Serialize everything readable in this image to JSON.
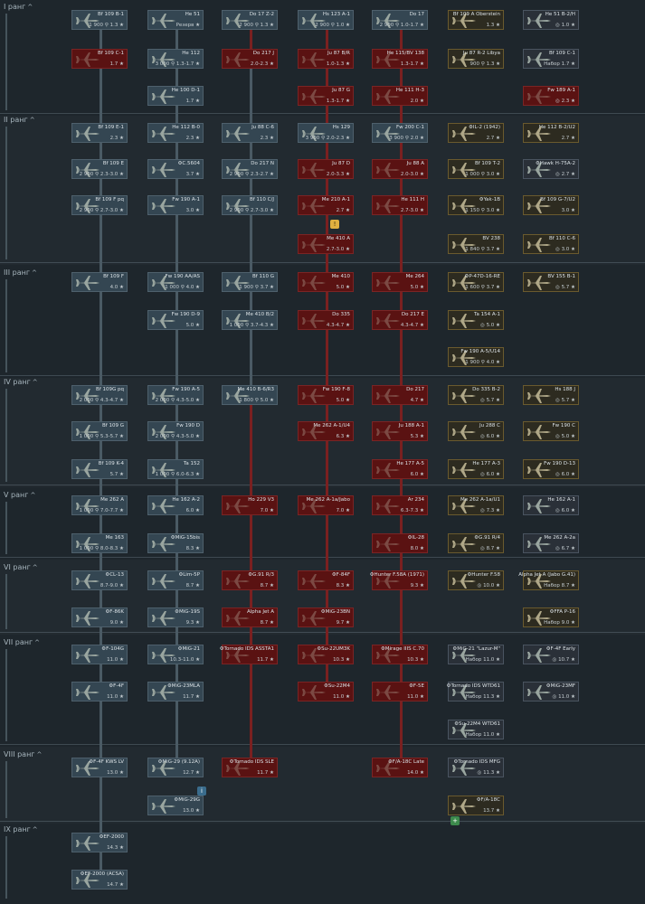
{
  "ranks": [
    {
      "label": "I ранг",
      "chevron": "^"
    },
    {
      "label": "II ранг",
      "chevron": "^"
    },
    {
      "label": "III ранг",
      "chevron": "^"
    },
    {
      "label": "IV ранг",
      "chevron": "^"
    },
    {
      "label": "V ранг",
      "chevron": "^"
    },
    {
      "label": "VI ранг",
      "chevron": "^"
    },
    {
      "label": "VII ранг",
      "chevron": "^"
    },
    {
      "label": "VIII ранг",
      "chevron": "^"
    },
    {
      "label": "IX ранг",
      "chevron": "^"
    }
  ],
  "cards": [
    {
      "name": "Bf 109 B-1",
      "br": "1 900 ⚲ 1.3 ★",
      "kind": "res"
    },
    {
      "name": "He 51",
      "br": "Резерв ★",
      "kind": "res"
    },
    {
      "name": "Do 17 Z-2",
      "br": "2 900 ⚲ 1.3 ★",
      "kind": "res"
    },
    {
      "name": "Hs 123 A-1",
      "br": "2 900 ⚲ 1.0 ★",
      "kind": "res"
    },
    {
      "name": "Do 17",
      "br": "2 900 ⚲ 1.0-1.7 ★",
      "kind": "res"
    },
    {
      "name": "Bf 109 A Oberstein",
      "br": "1.3 ★",
      "kind": "special"
    },
    {
      "name": "He 51 B-2/H",
      "br": "◎ 1.0 ★",
      "kind": "event"
    },
    {
      "name": "Bf 109 C-1",
      "br": "1.7 ★",
      "kind": "prem"
    },
    {
      "name": "He 112",
      "br": "3 000 ⚲ 1.3-1.7 ★",
      "kind": "res"
    },
    {
      "name": "Do 217 J",
      "br": "2.0-2.3 ★",
      "kind": "prem"
    },
    {
      "name": "Ju 87 B/R",
      "br": "1.0-1.3 ★",
      "kind": "prem"
    },
    {
      "name": "He 115/BV 138",
      "br": "1.3-1.7 ★",
      "kind": "prem"
    },
    {
      "name": "Ju 87 R-2 Libya",
      "br": "900 ⚲ 1.3 ★",
      "kind": "special"
    },
    {
      "name": "Bf 109 C-1",
      "br": "Набор 1.7 ★",
      "kind": "event"
    },
    {
      "name": "He 100 D-1",
      "br": "1.7 ★",
      "kind": "res"
    },
    {
      "name": "Ju 87 G",
      "br": "1.3-1.7 ★",
      "kind": "prem"
    },
    {
      "name": "He 111 H-3",
      "br": "2.0 ★",
      "kind": "prem"
    },
    {
      "name": "Fw 189 A-1",
      "br": "◎ 2.3 ★",
      "kind": "prem"
    },
    {
      "name": "Bf 109 E-1",
      "br": "2.3 ★",
      "kind": "res"
    },
    {
      "name": "He 112 B-0",
      "br": "2.3 ★",
      "kind": "res"
    },
    {
      "name": "Ju 88 C-6",
      "br": "2.3 ★",
      "kind": "res"
    },
    {
      "name": "Hs 129",
      "br": "3 900 ⚲ 2.0-2.3 ★",
      "kind": "res"
    },
    {
      "name": "Fw 200 C-1",
      "br": "3 900 ⚲ 2.0 ★",
      "kind": "res"
    },
    {
      "name": "⚙IL-2 (1942)",
      "br": "2.7 ★",
      "kind": "special"
    },
    {
      "name": "He 112 B-2/U2",
      "br": "2.7 ★",
      "kind": "special"
    },
    {
      "name": "Bf 109 E",
      "br": "2 900 ⚲ 2.3-3.0 ★",
      "kind": "res"
    },
    {
      "name": "⚙C.5604",
      "br": "3.7 ★",
      "kind": "res"
    },
    {
      "name": "Do 217 N",
      "br": "2 900 ⚲ 2.3-2.7 ★",
      "kind": "res"
    },
    {
      "name": "Ju 87 D",
      "br": "2.0-3.3 ★",
      "kind": "prem"
    },
    {
      "name": "Ju 88 A",
      "br": "2.0-3.0 ★",
      "kind": "prem"
    },
    {
      "name": "Bf 109 T-2",
      "br": "1 000 ⚲ 3.0 ★",
      "kind": "special"
    },
    {
      "name": "⚙Hawk H-75A-2",
      "br": "◎ 2.7 ★",
      "kind": "event"
    },
    {
      "name": "Bf 109 F pq",
      "br": "2 900 ⚲ 2.7-3.0 ★",
      "kind": "res"
    },
    {
      "name": "Fw 190 A-1",
      "br": "3.0 ★",
      "kind": "res"
    },
    {
      "name": "Bf 110 C/J",
      "br": "2 900 ⚲ 2.7-3.0 ★",
      "kind": "res"
    },
    {
      "name": "Me 210 A-1",
      "br": "2.7 ★",
      "kind": "prem"
    },
    {
      "name": "He 111 H",
      "br": "2.7-3.0 ★",
      "kind": "prem"
    },
    {
      "name": "⚙Yak-1B",
      "br": "1 150 ⚲ 3.0 ★",
      "kind": "special"
    },
    {
      "name": "Bf 109 G-7/U2",
      "br": "3.0 ★",
      "kind": "special"
    },
    {
      "name": "Me 410 A",
      "br": "2.7-3.0 ★",
      "kind": "prem"
    },
    {
      "name": "BV 238",
      "br": "1 840 ⚲ 3.7 ★",
      "kind": "special"
    },
    {
      "name": "Bf 110 C-6",
      "br": "◎ 3.0 ★",
      "kind": "special"
    },
    {
      "name": "Bf 109 F",
      "br": "4.0 ★",
      "kind": "res"
    },
    {
      "name": "Fw 190 AA/AS",
      "br": "1 000 ⚲ 4.0 ★",
      "kind": "res"
    },
    {
      "name": "Bf 110 G",
      "br": "1 900 ⚲ 3.7 ★",
      "kind": "res"
    },
    {
      "name": "Me 410",
      "br": "5.0 ★",
      "kind": "prem"
    },
    {
      "name": "Me 264",
      "br": "5.0 ★",
      "kind": "prem"
    },
    {
      "name": "⚙P-47D-16-RE",
      "br": "1 600 ⚲ 3.7 ★",
      "kind": "special"
    },
    {
      "name": "BV 155 B-1",
      "br": "◎ 5.7 ★",
      "kind": "special"
    },
    {
      "name": "Fw 190 D-9",
      "br": "5.0 ★",
      "kind": "res"
    },
    {
      "name": "Me 410 B/2",
      "br": "1 000 ⚲ 3.7-4.3 ★",
      "kind": "res"
    },
    {
      "name": "Do 335",
      "br": "4.3-4.7 ★",
      "kind": "prem"
    },
    {
      "name": "Do 217 E",
      "br": "4.3-4.7 ★",
      "kind": "prem"
    },
    {
      "name": "Ta 154 A-1",
      "br": "◎ 5.0 ★",
      "kind": "special"
    },
    {
      "name": "Fw 190 A-5/U14",
      "br": "1 900 ⚲ 4.0 ★",
      "kind": "special"
    },
    {
      "name": "Bf 109G pq",
      "br": "2 000 ⚲ 4.3-4.7 ★",
      "kind": "res"
    },
    {
      "name": "Fw 190 A-5",
      "br": "2 000 ⚲ 4.3-5.0 ★",
      "kind": "res"
    },
    {
      "name": "Me 410 B-6/R3",
      "br": "1 800 ⚲ 5.0 ★",
      "kind": "res"
    },
    {
      "name": "Fw 190 F-8",
      "br": "5.0 ★",
      "kind": "prem"
    },
    {
      "name": "Do 217",
      "br": "4.7 ★",
      "kind": "prem"
    },
    {
      "name": "Do 335 B-2",
      "br": "◎ 5.7 ★",
      "kind": "special"
    },
    {
      "name": "Hs 188 J",
      "br": "◎ 5.7 ★",
      "kind": "special"
    },
    {
      "name": "Bf 109 G",
      "br": "1 000 ⚲ 5.3-5.7 ★",
      "kind": "res"
    },
    {
      "name": "Fw 190 D",
      "br": "2 000 ⚲ 4.3-5.0 ★",
      "kind": "res"
    },
    {
      "name": "Me 262 A-1/U4",
      "br": "6.3 ★",
      "kind": "prem"
    },
    {
      "name": "Ju 188 A-1",
      "br": "5.3 ★",
      "kind": "prem"
    },
    {
      "name": "Ju 288 C",
      "br": "◎ 6.0 ★",
      "kind": "special"
    },
    {
      "name": "Fw 190 C",
      "br": "◎ 5.0 ★",
      "kind": "special"
    },
    {
      "name": "Bf 109 K-4",
      "br": "5.7 ★",
      "kind": "res"
    },
    {
      "name": "Ta 152",
      "br": "1 000 ⚲ 6.0-6.3 ★",
      "kind": "res"
    },
    {
      "name": "He 177 A-5",
      "br": "6.0 ★",
      "kind": "prem"
    },
    {
      "name": "He 177 A-3",
      "br": "◎ 6.0 ★",
      "kind": "special"
    },
    {
      "name": "Fw 190 D-13",
      "br": "◎ 6.0 ★",
      "kind": "special"
    },
    {
      "name": "Me 262 A",
      "br": "1 000 ⚲ 7.0-7.7 ★",
      "kind": "res"
    },
    {
      "name": "He 162 A-2",
      "br": "6.0 ★",
      "kind": "res"
    },
    {
      "name": "Ho 229 V3",
      "br": "7.0 ★",
      "kind": "prem"
    },
    {
      "name": "Me 262 A-1a/Jabo",
      "br": "7.0 ★",
      "kind": "prem"
    },
    {
      "name": "Ar 234",
      "br": "6.3-7.3 ★",
      "kind": "prem"
    },
    {
      "name": "Me 262 A-1a/U1",
      "br": "◎ 7.3 ★",
      "kind": "special"
    },
    {
      "name": "He 162 A-1",
      "br": "◎ 6.0 ★",
      "kind": "event"
    },
    {
      "name": "Me 163",
      "br": "1 000 ⚲ 8.0-8.3 ★",
      "kind": "res"
    },
    {
      "name": "⚙MiG-15bis",
      "br": "8.3 ★",
      "kind": "res"
    },
    {
      "name": "⚙IL-28",
      "br": "8.0 ★",
      "kind": "prem"
    },
    {
      "name": "⚙G.91 R/4",
      "br": "◎ 8.7 ★",
      "kind": "special"
    },
    {
      "name": "Me 262 A-2a",
      "br": "◎ 6.7 ★",
      "kind": "event"
    },
    {
      "name": "⚙CL-13",
      "br": "8.7-9.0 ★",
      "kind": "res"
    },
    {
      "name": "⚙Lim-5P",
      "br": "8.7 ★",
      "kind": "res"
    },
    {
      "name": "⚙G.91 R/3",
      "br": "8.7 ★",
      "kind": "prem"
    },
    {
      "name": "⚙F-84F",
      "br": "8.3 ★",
      "kind": "prem"
    },
    {
      "name": "⚙Hunter F.58A (1971)",
      "br": "9.3 ★",
      "kind": "prem"
    },
    {
      "name": "⚙Hunter F.58",
      "br": "◎ 10.0 ★",
      "kind": "special"
    },
    {
      "name": "Alpha Jet A (Jabo G.41)",
      "br": "Набор 8.7 ★",
      "kind": "special"
    },
    {
      "name": "⚙F-86K",
      "br": "9.0 ★",
      "kind": "res"
    },
    {
      "name": "⚙MiG-19S",
      "br": "9.3 ★",
      "kind": "res"
    },
    {
      "name": "Alpha Jet A",
      "br": "8.7 ★",
      "kind": "prem"
    },
    {
      "name": "⚙MiG-23BN",
      "br": "9.7 ★",
      "kind": "prem"
    },
    {
      "name": "⚙FFA P-16",
      "br": "Набор 9.0 ★",
      "kind": "special"
    },
    {
      "name": "⚙F-104G",
      "br": "11.0 ★",
      "kind": "res"
    },
    {
      "name": "⚙MiG-21",
      "br": "10.3-11.0 ★",
      "kind": "res"
    },
    {
      "name": "⚙Tornado IDS ASSTA1",
      "br": "11.7 ★",
      "kind": "prem"
    },
    {
      "name": "⚙Su-22UM3K",
      "br": "10.3 ★",
      "kind": "prem"
    },
    {
      "name": "⚙Mirage IIIS C.70",
      "br": "10.3 ★",
      "kind": "prem"
    },
    {
      "name": "⚙MiG-21 \"Lazur-M\"",
      "br": "Набор 11.0 ★",
      "kind": "event"
    },
    {
      "name": "⚙F-4F Early",
      "br": "◎ 10.7 ★",
      "kind": "event"
    },
    {
      "name": "⚙F-4F",
      "br": "11.0 ★",
      "kind": "res"
    },
    {
      "name": "⚙MiG-23MLA",
      "br": "11.7 ★",
      "kind": "res"
    },
    {
      "name": "⚙Su-22M4",
      "br": "11.0 ★",
      "kind": "prem"
    },
    {
      "name": "⚙F-5E",
      "br": "11.0 ★",
      "kind": "prem"
    },
    {
      "name": "⚙Tornado IDS WTD61",
      "br": "Набор 11.3 ★",
      "kind": "event"
    },
    {
      "name": "⚙MiG-23MF",
      "br": "◎ 11.0 ★",
      "kind": "event"
    },
    {
      "name": "⚙Su-22M4 WTD61",
      "br": "Набор 11.0 ★",
      "kind": "event"
    },
    {
      "name": "⚙F-4F KWS LV",
      "br": "13.0 ★",
      "kind": "res"
    },
    {
      "name": "⚙MiG-29 (9.12A)",
      "br": "12.7 ★",
      "kind": "res"
    },
    {
      "name": "⚙Tornado IDS SLE",
      "br": "11.7 ★",
      "kind": "prem"
    },
    {
      "name": "⚙F/A-18C Late",
      "br": "14.0 ★",
      "kind": "prem"
    },
    {
      "name": "⚙Tornado IDS MFG",
      "br": "◎ 11.3 ★",
      "kind": "event"
    },
    {
      "name": "⚙MiG-29G",
      "br": "13.0 ★",
      "kind": "res"
    },
    {
      "name": "⚙F/A-18C",
      "br": "13.7 ★",
      "kind": "special"
    },
    {
      "name": "⚙EF-2000",
      "br": "14.3 ★",
      "kind": "res"
    },
    {
      "name": "⚙EF-2000 (ACSA)",
      "br": "14.7 ★",
      "kind": "res"
    }
  ]
}
